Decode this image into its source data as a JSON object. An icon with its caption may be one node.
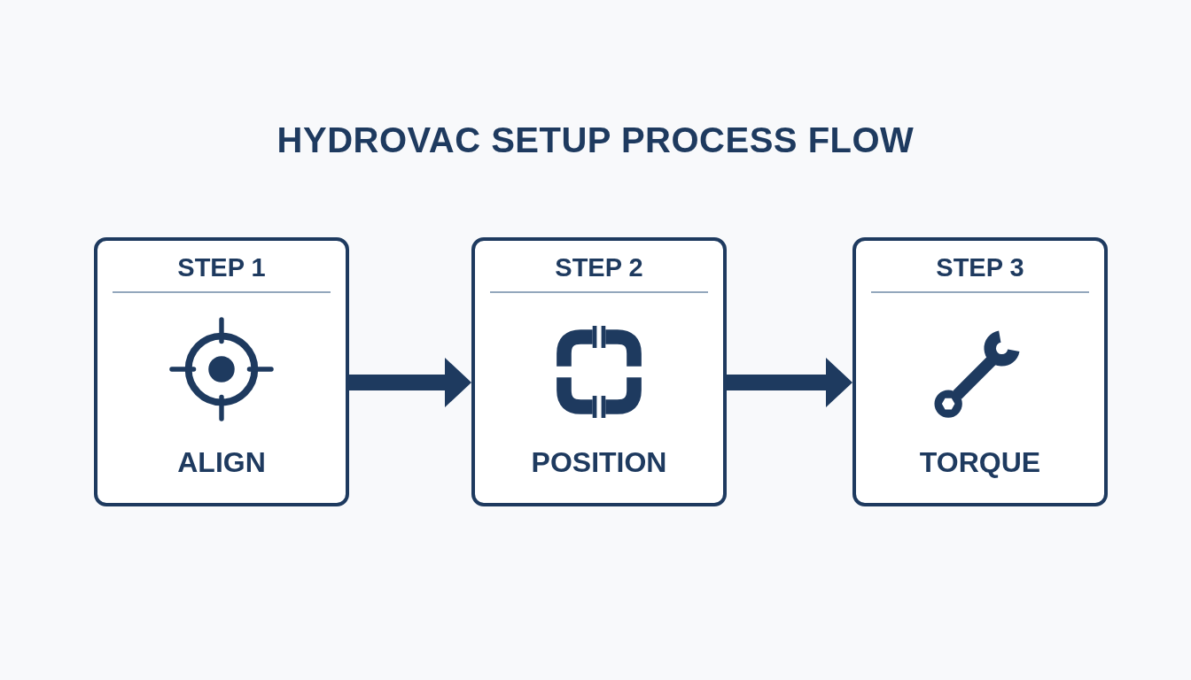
{
  "diagram": {
    "title": "HYDROVAC SETUP PROCESS FLOW",
    "nodes": [
      {
        "text": [
          "STEP 1",
          "ALIGN"
        ]
      },
      {
        "text": [
          "STEP 2",
          "POSITION"
        ]
      },
      {
        "text": [
          "STEP 3",
          "TORQUE"
        ]
      }
    ],
    "edges": [
      {
        "from": 0,
        "to": 1,
        "arrow": "to"
      },
      {
        "from": 1,
        "to": 2,
        "arrow": "to"
      }
    ]
  }
}
